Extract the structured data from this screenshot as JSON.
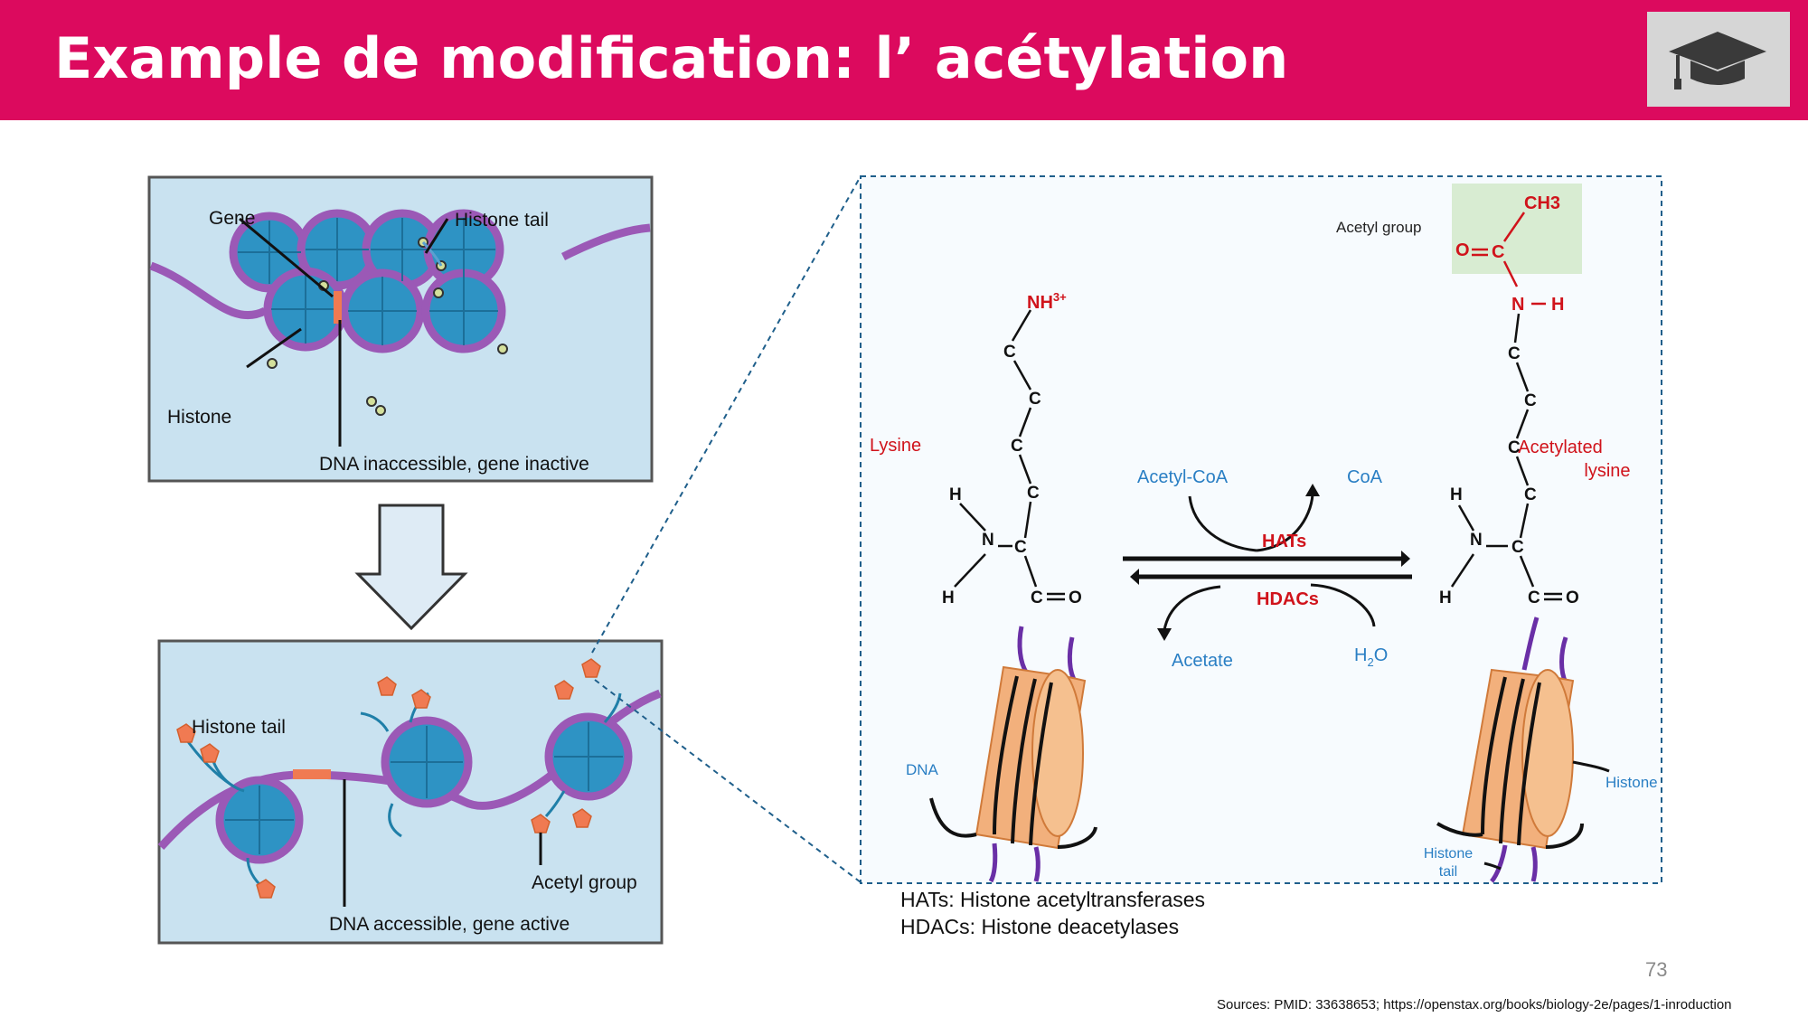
{
  "title": "Example de modification: l’ acétylation",
  "logo_icon": "graduation-cap-icon",
  "colors": {
    "header": "#dc0a5e",
    "panel": "#c9e2f0",
    "dna": "#9b59b6",
    "histone_ball": "#2e93c4",
    "nucleosome": "#f2b07c",
    "acetyl": "#f07a52",
    "label_red": "#d0131b",
    "label_blue": "#2a7fc4"
  },
  "top_panel": {
    "gene_label": "Gene",
    "tail_label": "Histone tail",
    "histone_label": "Histone",
    "state_label": "DNA inaccessible, gene inactive"
  },
  "bottom_panel": {
    "tail_label": "Histone tail",
    "acetyl_label": "Acetyl group",
    "state_label": "DNA accessible, gene active"
  },
  "reaction": {
    "acetyl_group_label": "Acetyl group",
    "ch3": "CH3",
    "nh3": "NH",
    "nh3_sup": "3+",
    "lysine": "Lysine",
    "acetylated_lysine_1": "Acetylated",
    "acetylated_lysine_2": "lysine",
    "acetyl_coa": "Acetyl-CoA",
    "coa": "CoA",
    "hats": "HATs",
    "hdacs": "HDACs",
    "acetate": "Acetate",
    "h2o_h": "H",
    "h2o_sub": "2",
    "h2o_o": "O",
    "dna": "DNA",
    "histone": "Histone",
    "histone_tail_1": "Histone",
    "histone_tail_2": "tail"
  },
  "legend": {
    "line1": "HATs: Histone acetyltransferases",
    "line2": "HDACs: Histone deacetylases"
  },
  "page_number": "73",
  "sources": "Sources: PMID: 33638653; https://openstax.org/books/biology-2e/pages/1-inroduction"
}
